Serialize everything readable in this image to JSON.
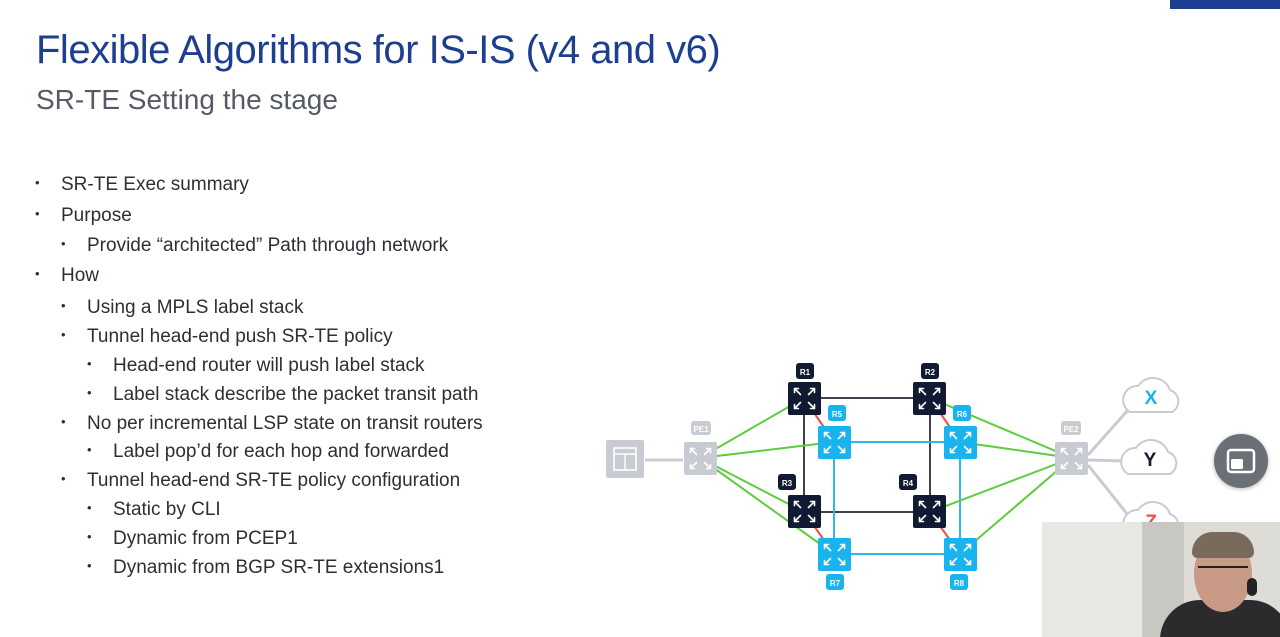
{
  "slide": {
    "title": "Flexible Algorithms for IS-IS (v4 and v6)",
    "subtitle": "SR-TE Setting the stage",
    "bullets": [
      {
        "level": 1,
        "text": "SR-TE Exec summary"
      },
      {
        "level": 1,
        "text": "Purpose"
      },
      {
        "level": 2,
        "text": "Provide “architected” Path through network"
      },
      {
        "level": 1,
        "text": "How"
      },
      {
        "level": 2,
        "text": "Using a MPLS label stack"
      },
      {
        "level": 2,
        "text": "Tunnel head-end push SR-TE policy"
      },
      {
        "level": 3,
        "text": "Head-end router will push label stack"
      },
      {
        "level": 3,
        "text": "Label stack describe the packet transit path"
      },
      {
        "level": 2,
        "text": "No per incremental LSP state on transit routers"
      },
      {
        "level": 3,
        "text": "Label pop’d for each hop and forwarded"
      },
      {
        "level": 2,
        "text": "Tunnel head-end SR-TE policy configuration"
      },
      {
        "level": 3,
        "text": "Static by CLI"
      },
      {
        "level": 3,
        "text": "Dynamic from PCEP1"
      },
      {
        "level": 3,
        "text": "Dynamic from BGP SR-TE extensions1"
      }
    ]
  },
  "diagram": {
    "routers": {
      "r1": "R1",
      "r2": "R2",
      "r3": "R3",
      "r4": "R4",
      "r5": "R5",
      "r6": "R6",
      "r7": "R7",
      "r8": "R8",
      "pe1": "PE1",
      "pe2": "PE2"
    },
    "clouds": {
      "x": "X",
      "y": "Y",
      "z": "Z"
    },
    "colors": {
      "dark_router": "#101a33",
      "blue_router": "#18b4f0",
      "grey_router": "#c8ccd2",
      "green_link": "#5ccd3e",
      "blue_link": "#33b7ea",
      "dark_link": "#3d4250",
      "red_link": "#e8524a",
      "title_blue": "#1e3f8f"
    }
  },
  "overlay": {
    "pip_icon": "picture-in-picture-icon"
  }
}
